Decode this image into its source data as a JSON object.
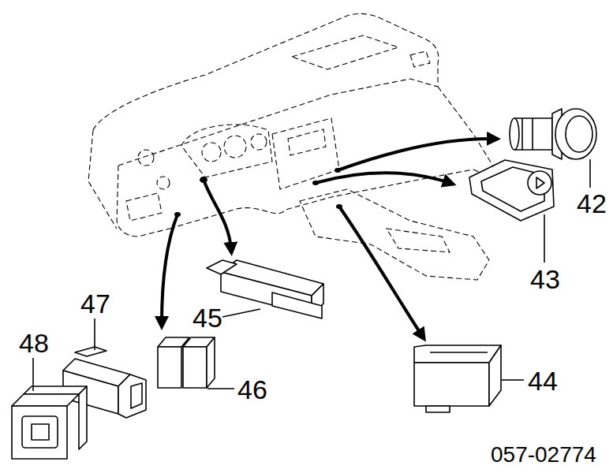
{
  "diagram": {
    "labels": [
      "42",
      "43",
      "44",
      "45",
      "46",
      "47",
      "48",
      "057-02774"
    ]
  }
}
